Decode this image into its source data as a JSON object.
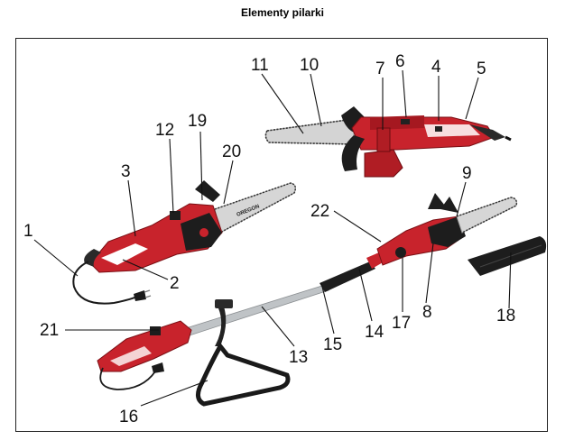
{
  "title": "Elementy pilarki",
  "colors": {
    "body_red": "#c8232c",
    "dark_red": "#8e1018",
    "black": "#1a1a1a",
    "bar_silver": "#d6d6d6",
    "pole_silver": "#bfc3c6"
  },
  "brand": "OREGON",
  "labels": [
    "1",
    "2",
    "3",
    "4",
    "5",
    "6",
    "7",
    "8",
    "9",
    "10",
    "11",
    "12",
    "13",
    "14",
    "15",
    "16",
    "17",
    "18",
    "19",
    "20",
    "21",
    "22"
  ]
}
